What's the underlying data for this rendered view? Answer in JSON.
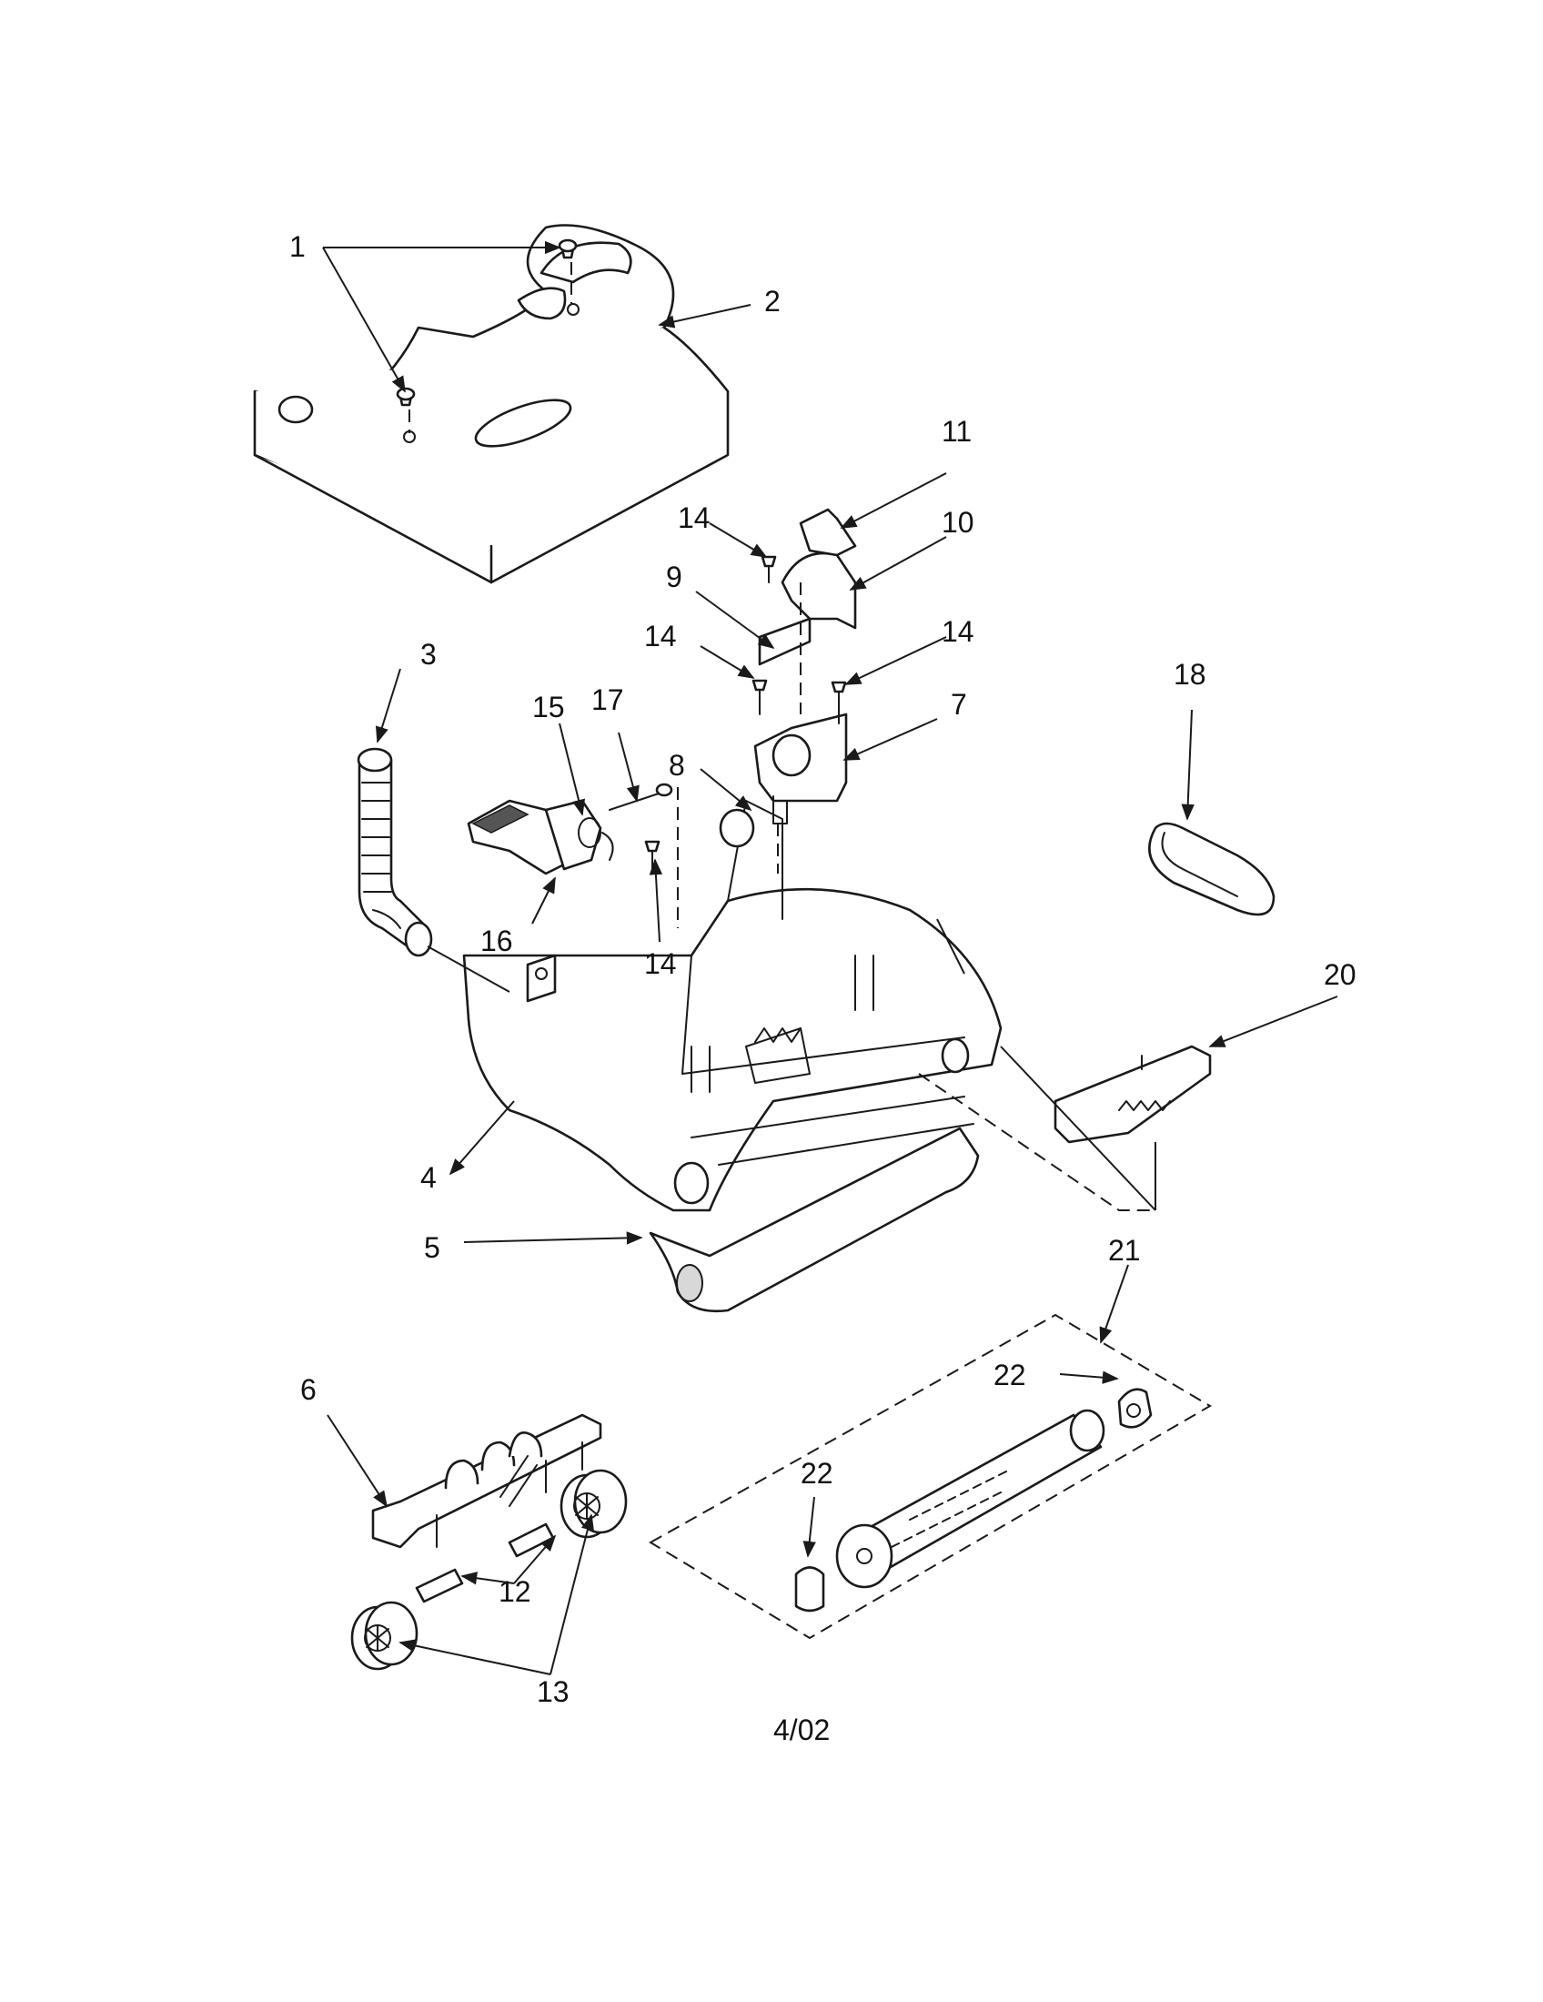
{
  "callouts": [
    {
      "id": "1",
      "text": "1"
    },
    {
      "id": "2",
      "text": "2"
    },
    {
      "id": "3",
      "text": "3"
    },
    {
      "id": "4",
      "text": "4"
    },
    {
      "id": "5",
      "text": "5"
    },
    {
      "id": "6",
      "text": "6"
    },
    {
      "id": "7",
      "text": "7"
    },
    {
      "id": "8",
      "text": "8"
    },
    {
      "id": "9",
      "text": "9"
    },
    {
      "id": "10",
      "text": "10"
    },
    {
      "id": "11",
      "text": "11"
    },
    {
      "id": "12",
      "text": "12"
    },
    {
      "id": "13",
      "text": "13"
    },
    {
      "id": "14a",
      "text": "14"
    },
    {
      "id": "14b",
      "text": "14"
    },
    {
      "id": "14c",
      "text": "14"
    },
    {
      "id": "14d",
      "text": "14"
    },
    {
      "id": "15",
      "text": "15"
    },
    {
      "id": "16",
      "text": "16"
    },
    {
      "id": "17",
      "text": "17"
    },
    {
      "id": "18",
      "text": "18"
    },
    {
      "id": "20",
      "text": "20"
    },
    {
      "id": "21",
      "text": "21"
    },
    {
      "id": "22a",
      "text": "22"
    },
    {
      "id": "22b",
      "text": "22"
    }
  ],
  "footer": {
    "date": "4/02"
  }
}
